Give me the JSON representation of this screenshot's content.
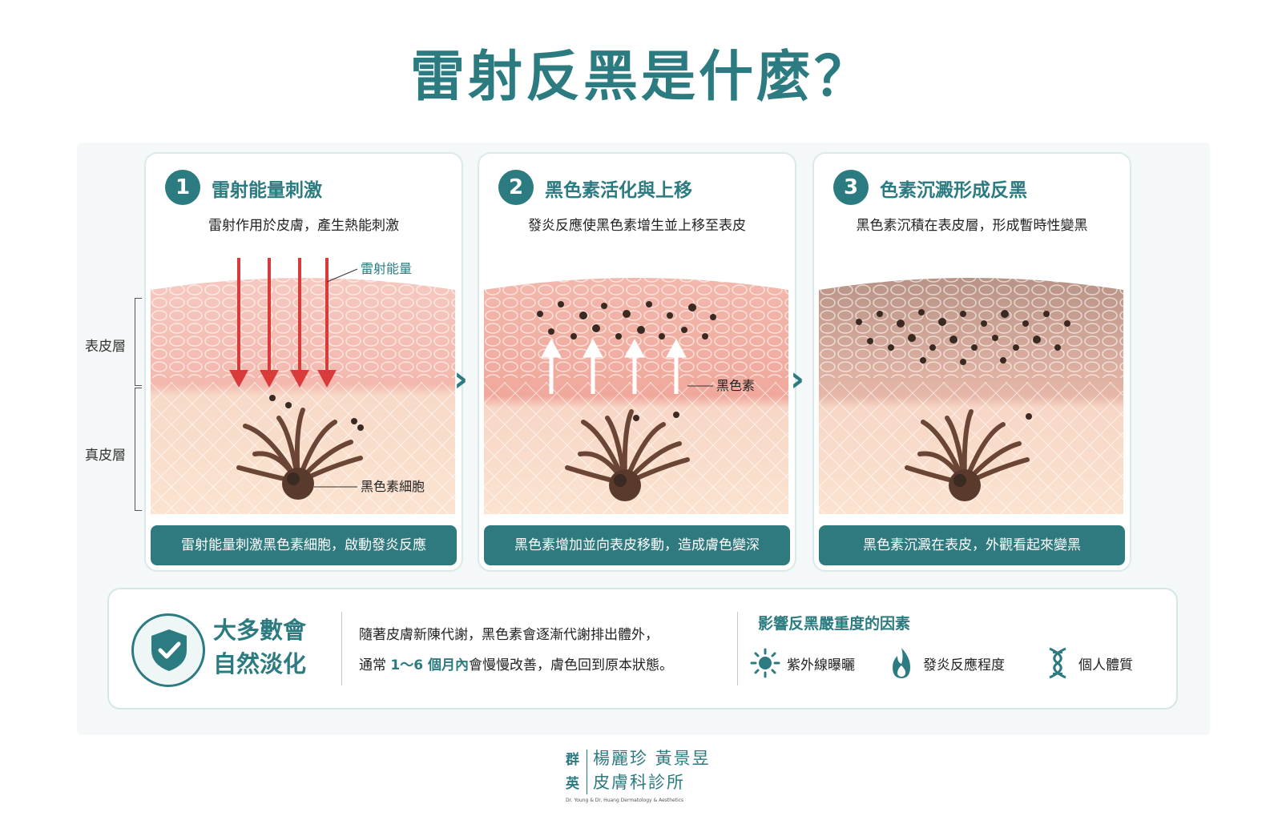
{
  "title": "雷射反黑是什麼？",
  "side_labels": {
    "epidermis": "表皮層",
    "dermis": "真皮層"
  },
  "panels": [
    {
      "num": "1",
      "title": "雷射能量刺激",
      "desc": "雷射作用於皮膚，產生熱能刺激",
      "caption": "雷射能量刺激黑色素細胞，啟動發炎反應",
      "labels": {
        "laser": "雷射能量",
        "melanocyte": "黑色素細胞"
      }
    },
    {
      "num": "2",
      "title": "黑色素活化與上移",
      "desc": "發炎反應使黑色素增生並上移至表皮",
      "caption": "黑色素增加並向表皮移動，造成膚色變深",
      "labels": {
        "melanin": "黑色素"
      }
    },
    {
      "num": "3",
      "title": "色素沉澱形成反黑",
      "desc": "黑色素沉積在表皮層，形成暫時性變黑",
      "caption": "黑色素沉澱在表皮，外觀看起來變黑"
    }
  ],
  "summary": {
    "heading_line1": "大多數會",
    "heading_line2": "自然淡化",
    "text_line1": "隨著皮膚新陳代謝，黑色素會逐漸代謝排出體外，",
    "text_line2_pre": "通常 ",
    "text_line2_hl": "1～6 個月內",
    "text_line2_post": "會慢慢改善，膚色回到原本狀態。",
    "factors_title": "影響反黑嚴重度的因素",
    "factors": [
      {
        "icon": "sun-icon",
        "label": "紫外線曝曬"
      },
      {
        "icon": "flame-icon",
        "label": "發炎反應程度"
      },
      {
        "icon": "dna-icon",
        "label": "個人體質"
      }
    ]
  },
  "logo": {
    "side_top": "群",
    "side_bottom": "英",
    "name_line1": "楊麗珍 黃景昱",
    "name_line2": "皮膚科診所",
    "english": "Dr. Young & Dr. Huang Dermatology & Aesthetics"
  },
  "colors": {
    "accent": "#2c7b80",
    "laser": "#d93a3a",
    "melanin": "#3a2a22"
  }
}
